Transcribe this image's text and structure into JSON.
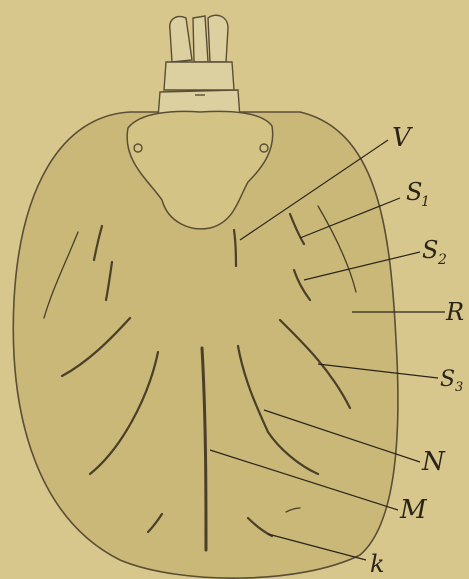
{
  "labels": {
    "V": "V",
    "S1": "S",
    "S1_sub": "1",
    "S2": "S",
    "S2_sub": "2",
    "R": "R",
    "S3": "S",
    "S3_sub": "3",
    "N": "N",
    "M": "M",
    "k": "k"
  }
}
